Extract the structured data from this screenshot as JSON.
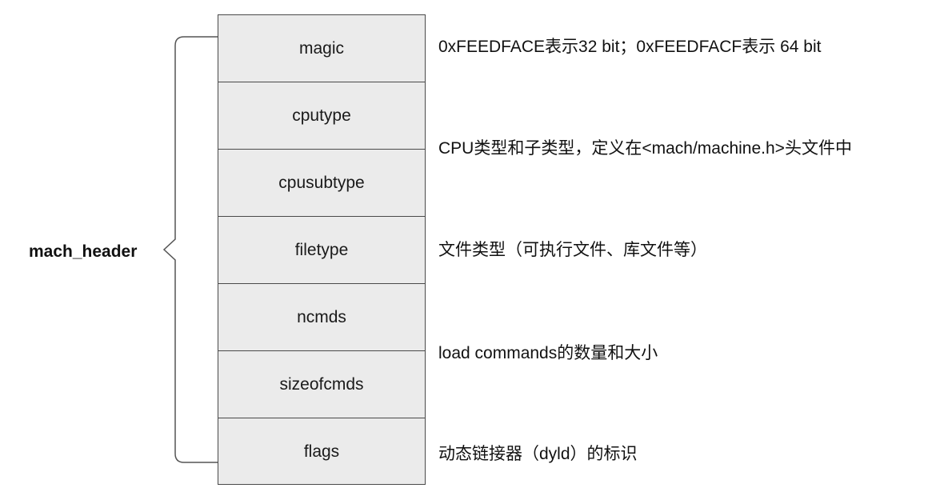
{
  "diagram": {
    "struct_name": "mach_header",
    "fields": [
      {
        "name": "magic"
      },
      {
        "name": "cputype"
      },
      {
        "name": "cpusubtype"
      },
      {
        "name": "filetype"
      },
      {
        "name": "ncmds"
      },
      {
        "name": "sizeofcmds"
      },
      {
        "name": "flags"
      }
    ],
    "descriptions": [
      {
        "text": "0xFEEDFACE表示32 bit；0xFEEDFACF表示 64 bit"
      },
      {
        "text": "CPU类型和子类型，定义在<mach/machine.h>头文件中"
      },
      {
        "text": "文件类型（可执行文件、库文件等）"
      },
      {
        "text": "load commands的数量和大小"
      },
      {
        "text": "动态链接器（dyld）的标识"
      }
    ]
  }
}
